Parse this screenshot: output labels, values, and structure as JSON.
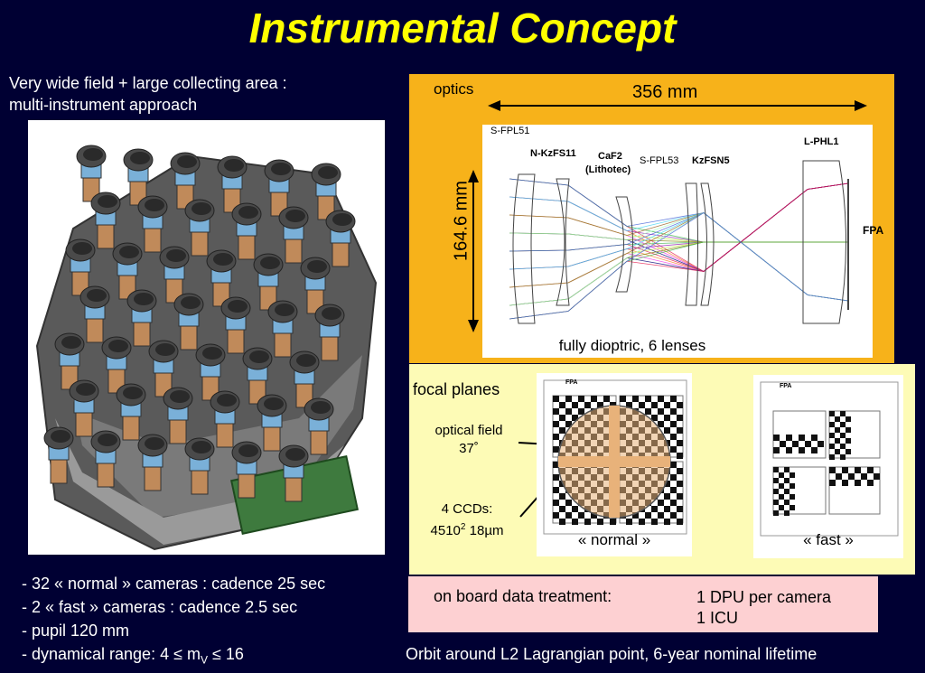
{
  "title": "Instrumental Concept",
  "intro": {
    "line1": "Very wide field + large collecting area :",
    "line2": "multi-instrument approach"
  },
  "bullets": [
    "- 32 « normal » cameras : cadence 25 sec",
    "- 2 « fast » cameras : cadence 2.5 sec",
    "- pupil 120 mm",
    "- dynamical range: 4 ≤ m"
  ],
  "bullet_sub": "V",
  "bullet_tail": " ≤ 16",
  "optics": {
    "label": "optics",
    "length": "356 mm",
    "height": "164.6 mm",
    "lenses": {
      "sfpl51": "S-FPL51",
      "nkzfs11": "N-KzFS11",
      "caf2": "CaF2",
      "lithotec": "(Lithotec)",
      "sfpl53": "S-FPL53",
      "kzfsn5": "KzFSN5",
      "lphl1": "L-PHL1",
      "fpa": "FPA"
    },
    "caption": "fully dioptric, 6 lenses"
  },
  "focal": {
    "label": "focal planes",
    "field_line1": "optical field",
    "field_line2": "37˚",
    "ccd_line1": "4 CCDs:",
    "ccd_base": "4510",
    "ccd_sup": "2",
    "ccd_tail": " 18µm",
    "fpa_tag": "FPA",
    "normal": "« normal »",
    "fast": "« fast »"
  },
  "data_treatment": {
    "label": "on board data treatment:",
    "value1": "1 DPU per camera",
    "value2": "1 ICU"
  },
  "orbit": "Orbit around L2 Lagrangian point, 6-year nominal lifetime",
  "colors": {
    "title": "#ffff00",
    "background": "#000033",
    "optics_panel": "#f7b21a",
    "focal_panel": "#fdfbb6",
    "data_panel": "#fdd0d2"
  }
}
